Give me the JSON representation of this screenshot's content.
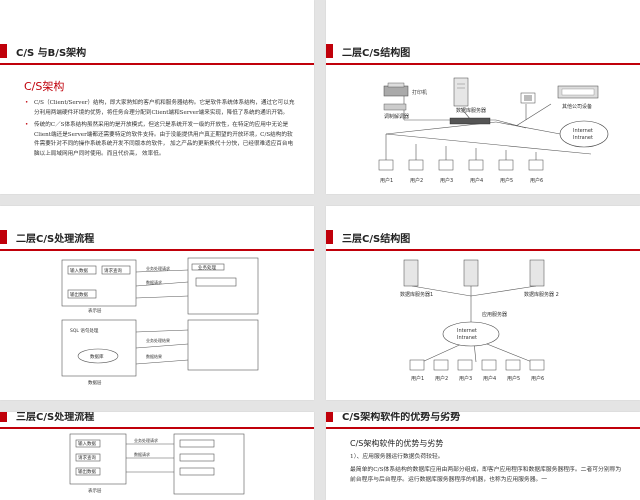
{
  "slides": {
    "s1": {
      "title": "C/S 与B/S架构",
      "subtitle": "C/S架构",
      "bullets": [
        "C/S（Client/Server）结构，即大家熟知的客户机和服务器结构。它是软件系统体系结构，通过它可以充分利用两端硬件环境的优势，将任务合理分配到Client端和Server端来实现，降低了系统的通讯开销。",
        "传统的C／S体系结构虽然采用的是开放模式，但这只是系统开发一级的开放性，在特定的应用中无论是Client端还是Server端都还需要特定的软件支持。由于没能提供用户真正期望的开放环境，C/S结构的软件需要针对不同的操作系统系统开发不同版本的软件， 加之产品的更新换代十分快，已经很难适应百台电脑以上局域网用户同时使用。而且代价高， 效率低。"
      ]
    },
    "s2": {
      "title": "二层C/S结构图",
      "labels": {
        "printer": "打印机",
        "modem": "调制解调器",
        "db_server": "数据库服务器",
        "other_pc": "其他公司设备",
        "internet": "Internet\nIntranet"
      },
      "users": [
        "用户1",
        "用户2",
        "用户3",
        "用户4",
        "用户5",
        "用户6"
      ]
    },
    "s3": {
      "title": "二层C/S处理流程",
      "labels": {
        "input": "输入数据",
        "request": "请求查询",
        "output": "输出数据",
        "biz": "业务处理",
        "client": "表示层",
        "sql_exec": "SQL 语句处理",
        "sql": "SQL 语句",
        "db_label": "数据库",
        "data_layer": "数据层",
        "step1": "业务处理请求",
        "step2": "数据请求",
        "step3": "业务处理结果",
        "step4": "数据结果"
      }
    },
    "s4": {
      "title": "三层C/S结构图",
      "labels": {
        "db_server": "数据库服务器1",
        "app_server": "应用服务器",
        "db_server2": "数据库服务器 2",
        "internet": "Internet\nIntranet"
      },
      "users": [
        "用户1",
        "用户2",
        "用户3",
        "用户4",
        "用户5",
        "用户6"
      ]
    },
    "s5": {
      "title": "三层C/S处理流程",
      "labels": {
        "input": "输入数据",
        "request": "请求查询",
        "output": "输出数据",
        "client": "表示层",
        "step1": "业务处理请求",
        "step2": "数据请求"
      }
    },
    "s6": {
      "title": "C/S架构软件的优势与劣势",
      "subtitle": "C/S架构软件的优势与劣势",
      "points": [
        "1）、应用服务器运行数据负荷较轻。",
        "最简单的C/S体系结构的数据库应用由两部分组成，即客户应用程序和数据库服务器程序。二者可分别称为前台程序与后台程序。运行数据库服务器程序的机器，也称为应用服务器。一"
      ]
    }
  }
}
